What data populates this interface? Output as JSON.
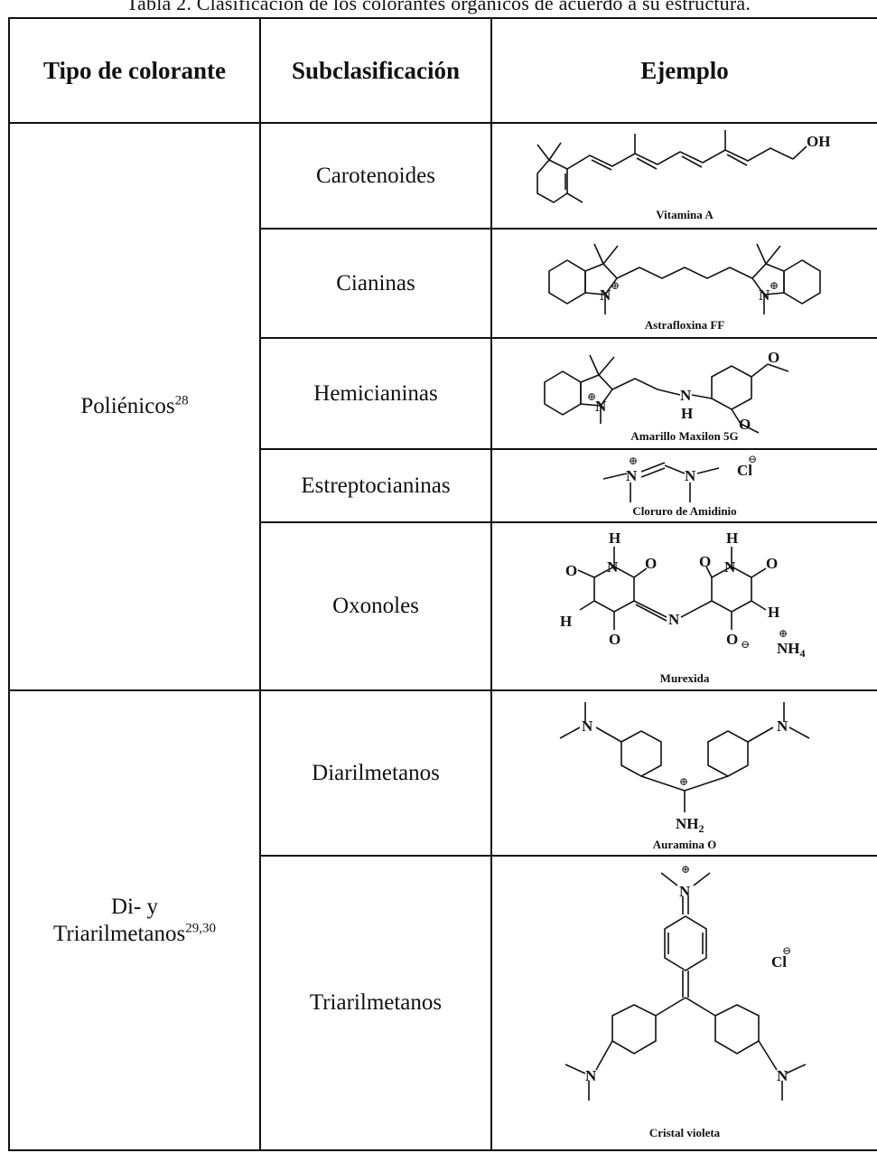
{
  "caption": "Tabla 2. Clasificación de los colorantes orgánicos de acuerdo a su estructura.",
  "headers": {
    "type": "Tipo de colorante",
    "sub": "Subclasificación",
    "example": "Ejemplo"
  },
  "groups": [
    {
      "name": "Poliénicos",
      "ref": "28"
    },
    {
      "name_line1": "Di- y",
      "name_line2": "Triarilmetanos",
      "ref": "29,30"
    }
  ],
  "rows": [
    {
      "sub": "Carotenoides",
      "example": "Vitamina A"
    },
    {
      "sub": "Cianinas",
      "example": "Astrafloxina FF"
    },
    {
      "sub": "Hemicianinas",
      "example": "Amarillo Maxilon 5G"
    },
    {
      "sub": "Estreptocianinas",
      "example": "Cloruro de Amidinio"
    },
    {
      "sub": "Oxonoles",
      "example": "Murexida"
    },
    {
      "sub": "Diarilmetanos",
      "example": "Auramina O"
    },
    {
      "sub": "Triarilmetanos",
      "example": "Cristal violeta"
    }
  ],
  "atoms": {
    "oh": "OH",
    "n": "N",
    "h": "H",
    "o": "O",
    "cl": "Cl",
    "nh4": "NH",
    "nh2": "NH",
    "sub4": "4",
    "sub2": "2",
    "plus": "⊕",
    "minus": "⊖"
  }
}
